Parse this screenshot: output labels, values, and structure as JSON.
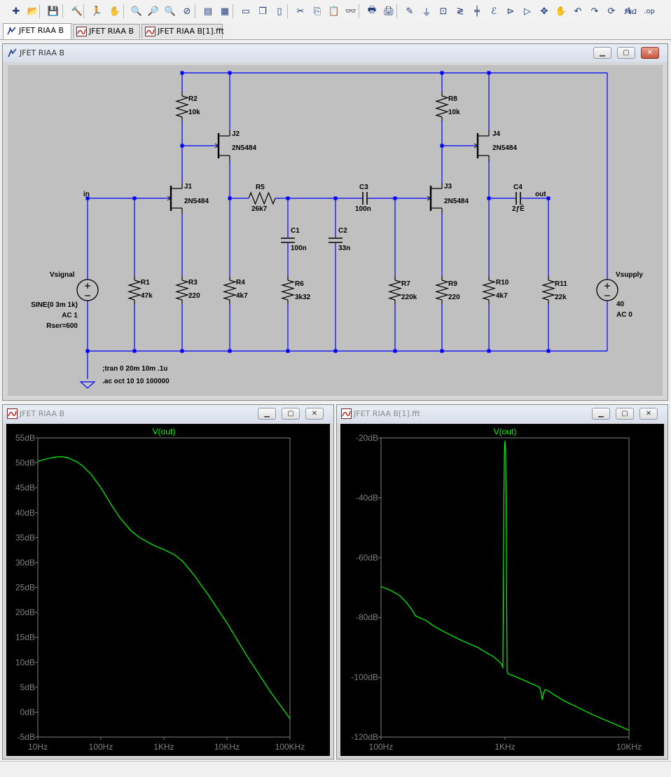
{
  "toolbar": {
    "icons": [
      "new-schematic-icon",
      "open-icon",
      "save-icon",
      "control-panel-icon",
      "run-icon",
      "halt-icon",
      "zoom-in-icon",
      "zoom-full-icon",
      "zoom-out-icon",
      "zoom-cancel-icon",
      "autorange-icon",
      "clear-plot-icon",
      "tile-horizontal-icon",
      "cascade-icon",
      "tile-vertical-icon",
      "cut-icon",
      "copy-icon",
      "paste-icon",
      "find-icon",
      "print-setup-icon",
      "print-icon",
      "wire-icon",
      "ground-icon",
      "label-net-icon",
      "resistor-icon",
      "capacitor-icon",
      "inductor-icon",
      "diode-icon",
      "component-icon",
      "move-icon",
      "drag-icon",
      "undo-icon",
      "redo-icon",
      "rotate-icon",
      "mirror-icon",
      "text-icon",
      "spice-directive-icon"
    ],
    "text_label": "Aa",
    "op_label": ".op"
  },
  "tabs": [
    {
      "label": "JFET RIAA B",
      "icon": "schematic-icon"
    },
    {
      "label": "JFET RIAA B",
      "icon": "waveform-icon"
    },
    {
      "label": "JFET RIAA B[1].fft",
      "icon": "waveform-icon"
    }
  ],
  "schematic": {
    "title": "JFET RIAA B",
    "colors": {
      "background": "#c0c0c0",
      "wire": "#0000ff",
      "component": "#000000",
      "junction": "#0000ff"
    },
    "labels": {
      "in": "in",
      "out": "out",
      "r1_name": "R1",
      "r1_val": "47k",
      "r2_name": "R2",
      "r2_val": "10k",
      "r3_name": "R3",
      "r3_val": "220",
      "r4_name": "R4",
      "r4_val": "4k7",
      "r5_name": "R5",
      "r5_val": "26k7",
      "r6_name": "R6",
      "r6_val": "3k32",
      "r7_name": "R7",
      "r7_val": "220k",
      "r8_name": "R8",
      "r8_val": "10k",
      "r9_name": "R9",
      "r9_val": "220",
      "r10_name": "R10",
      "r10_val": "4k7",
      "r11_name": "R11",
      "r11_val": "22k",
      "c1_name": "C1",
      "c1_val": "100n",
      "c2_name": "C2",
      "c2_val": "33n",
      "c3_name": "C3",
      "c3_val": "100n",
      "c4_name": "C4",
      "c4_val": "2ƒÊ",
      "j1_name": "J1",
      "j1_val": "2N5484",
      "j2_name": "J2",
      "j2_val": "2N5484",
      "j3_name": "J3",
      "j3_val": "2N5484",
      "j4_name": "J4",
      "j4_val": "2N5484",
      "vsignal_name": "Vsignal",
      "vsignal_l1": "SINE(0 3m 1k)",
      "vsignal_l2": "AC 1",
      "vsignal_l3": "Rser=600",
      "vsupply_name": "Vsupply",
      "vsupply_l1": "40",
      "vsupply_l2": "AC 0",
      "directive_tran": ";tran 0 20m 10m .1u",
      "directive_ac": ".ac oct 10 10 100000"
    }
  },
  "plot_left": {
    "title": "JFET RIAA B",
    "trace_name": "V(out)",
    "colors": {
      "background": "#000000",
      "trace": "#00ff00",
      "grid": "#7f7f7f",
      "label": "#808080"
    }
  },
  "plot_right": {
    "title": "JFET RIAA B[1].fft",
    "trace_name": "V(out)",
    "colors": {
      "background": "#000000",
      "trace": "#00ff00",
      "grid": "#7f7f7f",
      "label": "#808080"
    }
  },
  "chart_data": [
    {
      "type": "line",
      "title": "",
      "xlabel": "",
      "ylabel": "",
      "xscale": "log",
      "xlim": [
        10,
        100000
      ],
      "ylim": [
        -5,
        55
      ],
      "grid": false,
      "xticks": [
        10,
        100,
        1000,
        10000,
        100000
      ],
      "xtick_labels": [
        "10Hz",
        "100Hz",
        "1KHz",
        "10KHz",
        "100KHz"
      ],
      "yticks": [
        55,
        50,
        45,
        40,
        35,
        30,
        25,
        20,
        15,
        10,
        5,
        0,
        -5
      ],
      "ytick_labels": [
        "55dB",
        "50dB",
        "45dB",
        "40dB",
        "35dB",
        "30dB",
        "25dB",
        "20dB",
        "15dB",
        "10dB",
        "5dB",
        "0dB",
        "-5dB"
      ],
      "series": [
        {
          "name": "V(out)",
          "x": [
            10,
            15,
            20,
            25,
            30,
            40,
            50,
            70,
            100,
            150,
            200,
            300,
            400,
            500,
            700,
            1000,
            1500,
            2000,
            3000,
            5000,
            7000,
            10000,
            20000,
            30000,
            50000,
            100000
          ],
          "y": [
            50.3,
            50.9,
            51.2,
            51.2,
            51.0,
            50.3,
            49.5,
            47.7,
            45.0,
            41.4,
            39.0,
            36.4,
            35.1,
            34.4,
            33.4,
            32.6,
            31.5,
            30.2,
            27.5,
            23.6,
            20.8,
            17.9,
            11.6,
            8.2,
            3.9,
            -1.3
          ]
        }
      ]
    },
    {
      "type": "line",
      "title": "",
      "xlabel": "",
      "ylabel": "",
      "xscale": "log",
      "xlim": [
        100,
        10000
      ],
      "ylim": [
        -120,
        -20
      ],
      "grid": false,
      "xticks": [
        100,
        1000,
        10000
      ],
      "xtick_labels": [
        "100Hz",
        "1KHz",
        "10KHz"
      ],
      "yticks": [
        -20,
        -40,
        -60,
        -80,
        -100,
        -120
      ],
      "ytick_labels": [
        "-20dB",
        "-40dB",
        "-60dB",
        "-80dB",
        "-100dB",
        "-120dB"
      ],
      "series": [
        {
          "name": "V(out)",
          "x": [
            100,
            120,
            140,
            160,
            180,
            190,
            200,
            230,
            270,
            300,
            400,
            500,
            600,
            700,
            800,
            900,
            950,
            960,
            970,
            980,
            990,
            1000,
            1010,
            1020,
            1030,
            1040,
            1050,
            1060,
            1080,
            1200,
            1400,
            1600,
            1800,
            1900,
            1950,
            2000,
            2050,
            2100,
            2200,
            2500,
            3000,
            4000,
            5000,
            6000,
            8000,
            10000
          ],
          "y": [
            -69.7,
            -71.0,
            -72.6,
            -75.0,
            -77.8,
            -79.5,
            -79.9,
            -81.0,
            -83.1,
            -84.1,
            -86.8,
            -88.6,
            -90.0,
            -91.7,
            -93.0,
            -94.8,
            -96.0,
            -97.0,
            -70.0,
            -40.0,
            -24.0,
            -21.0,
            -24.0,
            -40.0,
            -70.0,
            -98.0,
            -98.6,
            -98.8,
            -99.0,
            -99.7,
            -100.9,
            -102.0,
            -102.9,
            -103.4,
            -105.0,
            -107.5,
            -105.2,
            -104.2,
            -104.4,
            -105.9,
            -107.9,
            -110.4,
            -112.4,
            -113.8,
            -116.0,
            -117.7
          ]
        }
      ]
    }
  ]
}
